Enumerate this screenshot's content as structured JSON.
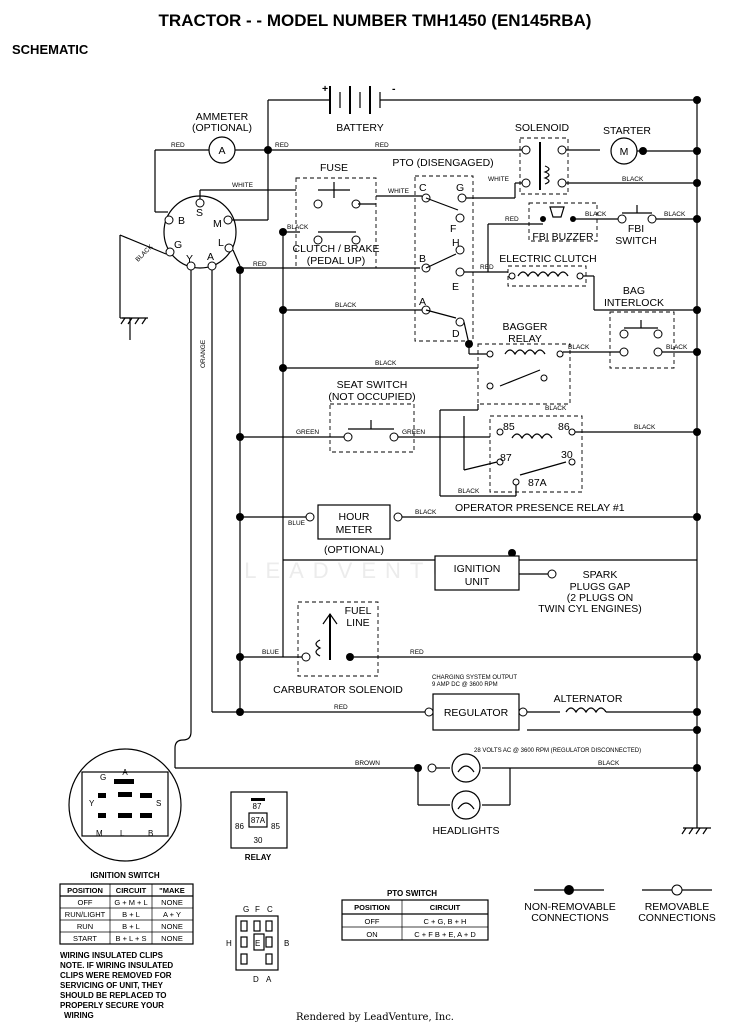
{
  "title": "TRACTOR - - MODEL NUMBER TMH1450 (EN145RBA)",
  "subtitle": "SCHEMATIC",
  "footer": "Rendered by LeadVenture, Inc.",
  "watermark": "LEADVENTURE",
  "labels": {
    "ammeter": "AMMETER",
    "ammeter_opt": "(OPTIONAL)",
    "battery": "BATTERY",
    "plus": "+",
    "minus": "-",
    "solenoid": "SOLENOID",
    "starter": "STARTER",
    "fuse": "FUSE",
    "pto": "PTO (DISENGAGED)",
    "clutch": "CLUTCH / BRAKE",
    "pedal": "(PEDAL UP)",
    "fbi_buzzer": "FBI BUZZER",
    "fbi": "FBI",
    "fbi_switch": "SWITCH",
    "electric_clutch": "ELECTRIC CLUTCH",
    "bag": "BAG",
    "interlock": "INTERLOCK",
    "bagger": "BAGGER",
    "relay": "RELAY",
    "seat_switch": "SEAT SWITCH",
    "not_occupied": "(NOT OCCUPIED)",
    "opr": "OPERATOR PRESENCE RELAY #1",
    "hour": "HOUR",
    "meter": "METER",
    "optional": "(OPTIONAL)",
    "ignition": "IGNITION",
    "unit": "UNIT",
    "spark1": "SPARK",
    "spark2": "PLUGS GAP",
    "spark3": "(2 PLUGS ON",
    "spark4": "TWIN CYL  ENGINES)",
    "fuel": "FUEL",
    "line": "LINE",
    "carb": "CARBURATOR SOLENOID",
    "charging1": "CHARGING SYSTEM OUTPUT",
    "charging2": "9 AMP DC @ 3600 RPM",
    "regulator": "REGULATOR",
    "alternator": "ALTERNATOR",
    "volts": "28 VOLTS AC @ 3600 RPM (REGULATOR DISCONNECTED)",
    "headlights": "HEADLIGHTS",
    "ignition_switch": "IGNITION SWITCH",
    "relay_diagram": "RELAY",
    "non_removable1": "NON-REMOVABLE",
    "non_removable2": "CONNECTIONS",
    "removable1": "REMOVABLE",
    "removable2": "CONNECTIONS",
    "note1": "WIRING INSULATED CLIPS",
    "note2": "NOTE. IF WIRING INSULATED",
    "note3": "CLIPS WERE REMOVED FOR",
    "note4": "SERVICING OF UNIT, THEY",
    "note5": "SHOULD BE REPLACED TO",
    "note6": "PROPERLY SECURE YOUR",
    "note7": "WIRING"
  },
  "terminals": {
    "ign_b": "B",
    "ign_s": "S",
    "ign_m": "M",
    "ign_l": "L",
    "ign_g": "G",
    "ign_y": "Y",
    "ign_a": "A",
    "pto_c": "C",
    "pto_g": "G",
    "pto_f": "F",
    "pto_h": "H",
    "pto_b": "B",
    "pto_e": "E",
    "pto_a": "A",
    "pto_d": "D",
    "r85": "85",
    "r86": "86",
    "r87": "87",
    "r30": "30",
    "r87a": "87A",
    "ia": "A",
    "ig": "G",
    "iy": "Y",
    "is": "S",
    "im": "M",
    "il": "L",
    "ib": "B",
    "rd87": "87",
    "rd86": "86",
    "rd87a": "87A",
    "rd85": "85",
    "rd30": "30",
    "pg": "G",
    "pf": "F",
    "pc": "C",
    "ph": "H",
    "pe": "E",
    "pb": "B",
    "pd": "D",
    "pa": "A"
  },
  "wire_labels": {
    "red_amm": "RED",
    "red_amm2": "RED",
    "red_fuse": "RED",
    "white1": "WHITE",
    "white2": "WHITE",
    "white3": "WHITE",
    "black_st": "BLACK",
    "black_clutch": "BLACK",
    "red_fbi": "RED",
    "black_fbi": "BLACK",
    "black_fbi2": "BLACK",
    "black_gnd": "BLACK",
    "red_ign": "RED",
    "red_ec": "RED",
    "black_pto": "BLACK",
    "black_bag": "BLACK",
    "black_bag2": "BLACK",
    "black_relay": "BLACK",
    "black_relay2": "BLACK",
    "orange": "ORANGE",
    "green1": "GREEN",
    "green2": "GREEN",
    "black_opr": "BLACK",
    "black_87a": "BLACK",
    "blue_hm": "BLUE",
    "black_hm": "BLACK",
    "blue_carb": "BLUE",
    "red_carb": "RED",
    "red_reg": "RED",
    "brown": "BROWN",
    "black_hl": "BLACK"
  },
  "ignition_table": {
    "headers": [
      "POSITION",
      "CIRCUIT",
      "\"MAKE"
    ],
    "rows": [
      [
        "OFF",
        "G + M + L",
        "NONE"
      ],
      [
        "RUN/LIGHT",
        "B + L",
        "A + Y"
      ],
      [
        "RUN",
        "B + L",
        "NONE"
      ],
      [
        "START",
        "B + L + S",
        "NONE"
      ]
    ]
  },
  "pto_table": {
    "title": "PTO SWITCH",
    "headers": [
      "POSITION",
      "CIRCUIT"
    ],
    "rows": [
      [
        "OFF",
        "C + G, B + H"
      ],
      [
        "ON",
        "C + F  B + E, A + D"
      ]
    ]
  }
}
